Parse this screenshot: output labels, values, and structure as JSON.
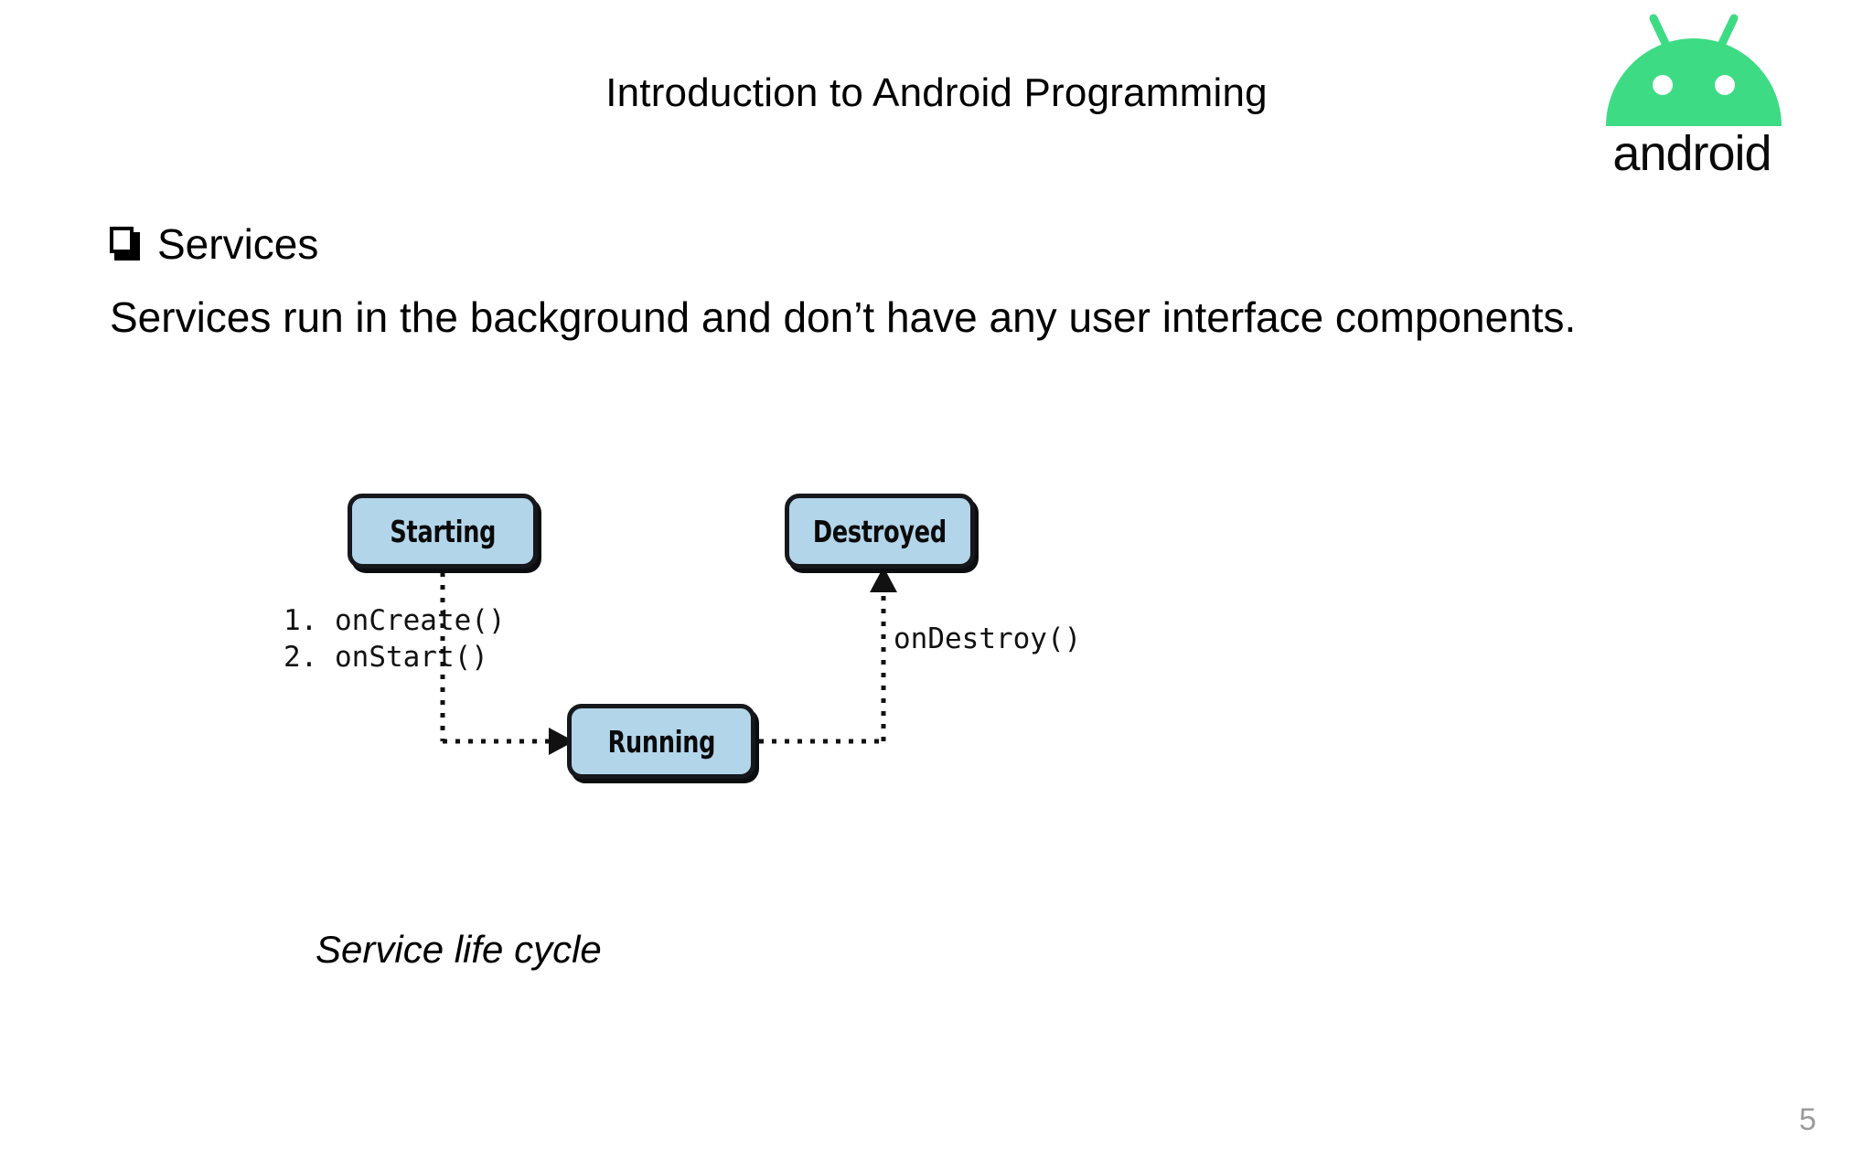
{
  "slide": {
    "header_title": "Introduction to Android Programming",
    "page_number": "5",
    "background_color": "#ffffff"
  },
  "logo": {
    "name": "android-logo",
    "wordmark": "android",
    "green": "#3DDC84",
    "wordmark_color": "#0a0a0a"
  },
  "content": {
    "bullet_glyph": "❑",
    "bullet_label": "Services",
    "sentence": "Services run in the background and don’t have any user interface components."
  },
  "diagram": {
    "caption": "Service life cycle",
    "node_fill": "#b3d5ea",
    "node_border": "#16181c",
    "nodes": [
      {
        "id": "starting",
        "label": "Starting"
      },
      {
        "id": "destroyed",
        "label": "Destroyed"
      },
      {
        "id": "running",
        "label": "Running"
      }
    ],
    "edges": [
      {
        "id": "starting-to-running",
        "from": "Starting",
        "to": "Running",
        "style": "dotted",
        "label_lines": [
          "1. onCreate()",
          "2. onStart()"
        ]
      },
      {
        "id": "running-to-destroyed",
        "from": "Running",
        "to": "Destroyed",
        "style": "dotted",
        "label_lines": [
          "onDestroy()"
        ]
      }
    ],
    "edge_label_create": "1. onCreate()",
    "edge_label_start": "2. onStart()",
    "edge_label_destroy": "onDestroy()"
  }
}
